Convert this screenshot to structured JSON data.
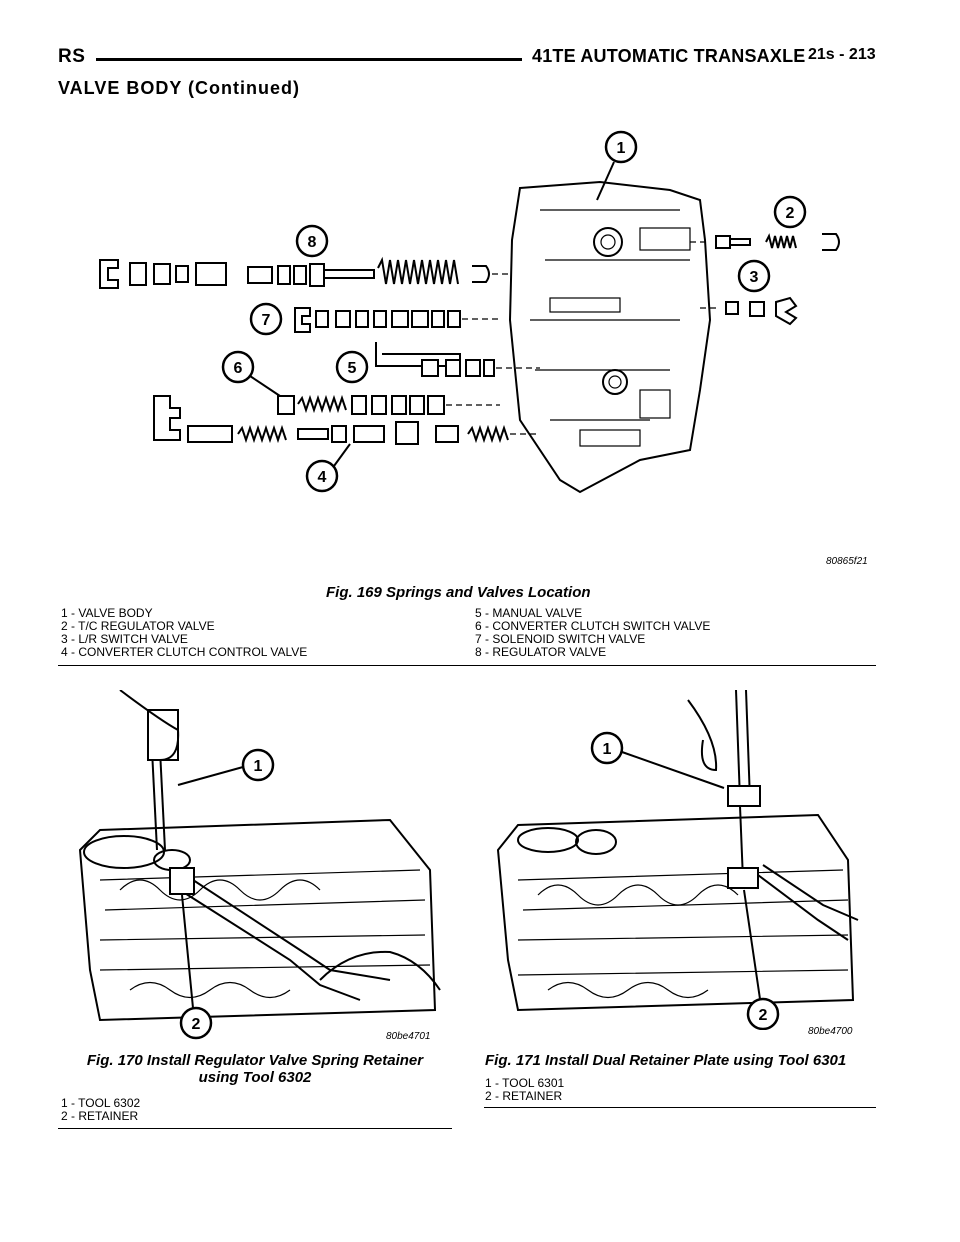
{
  "header": {
    "left": "RS",
    "title": "41TE AUTOMATIC TRANSAXLE",
    "page": "21s - 213"
  },
  "section_title": "VALVE BODY (Continued)",
  "fig169": {
    "image_id": "80865f21",
    "caption": "Fig. 169 Springs and Valves Location",
    "legend_left": [
      "1 - VALVE BODY",
      "2 - T/C REGULATOR VALVE",
      "3 - L/R SWITCH VALVE",
      "4 - CONVERTER CLUTCH CONTROL VALVE"
    ],
    "legend_right": [
      "5 - MANUAL VALVE",
      "6 - CONVERTER CLUTCH SWITCH VALVE",
      "7 - SOLENOID SWITCH VALVE",
      "8 - REGULATOR VALVE"
    ],
    "callouts": [
      "1",
      "2",
      "3",
      "4",
      "5",
      "6",
      "7",
      "8"
    ]
  },
  "fig170": {
    "image_id": "80be4701",
    "caption_line1": "Fig. 170 Install Regulator Valve Spring Retainer",
    "caption_line2": "using Tool 6302",
    "legend": [
      "1 - TOOL 6302",
      "2 - RETAINER"
    ],
    "callouts": [
      "1",
      "2"
    ]
  },
  "fig171": {
    "image_id": "80be4700",
    "caption": "Fig. 171 Install Dual Retainer Plate using Tool 6301",
    "legend": [
      "1 - TOOL 6301",
      "2 - RETAINER"
    ],
    "callouts": [
      "1",
      "2"
    ]
  }
}
